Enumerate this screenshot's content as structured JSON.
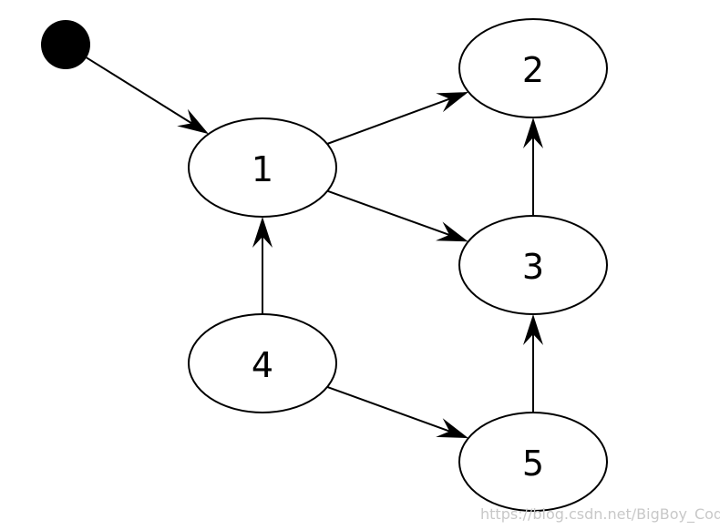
{
  "colors": {
    "background": "#ffffff",
    "stroke": "#000000",
    "node_fill": "#ffffff",
    "start_fill": "#000000",
    "watermark": "#c8c8c8"
  },
  "diagram": {
    "start_node": "start",
    "nodes": [
      {
        "id": "1",
        "label": "1"
      },
      {
        "id": "2",
        "label": "2"
      },
      {
        "id": "3",
        "label": "3"
      },
      {
        "id": "4",
        "label": "4"
      },
      {
        "id": "5",
        "label": "5"
      }
    ],
    "edges": [
      {
        "from": "start",
        "to": "1"
      },
      {
        "from": "1",
        "to": "2"
      },
      {
        "from": "1",
        "to": "3"
      },
      {
        "from": "3",
        "to": "2"
      },
      {
        "from": "4",
        "to": "1"
      },
      {
        "from": "4",
        "to": "5"
      },
      {
        "from": "5",
        "to": "3"
      }
    ]
  },
  "watermark": {
    "text": "https://blog.csdn.net/BigBoy_Coder"
  }
}
